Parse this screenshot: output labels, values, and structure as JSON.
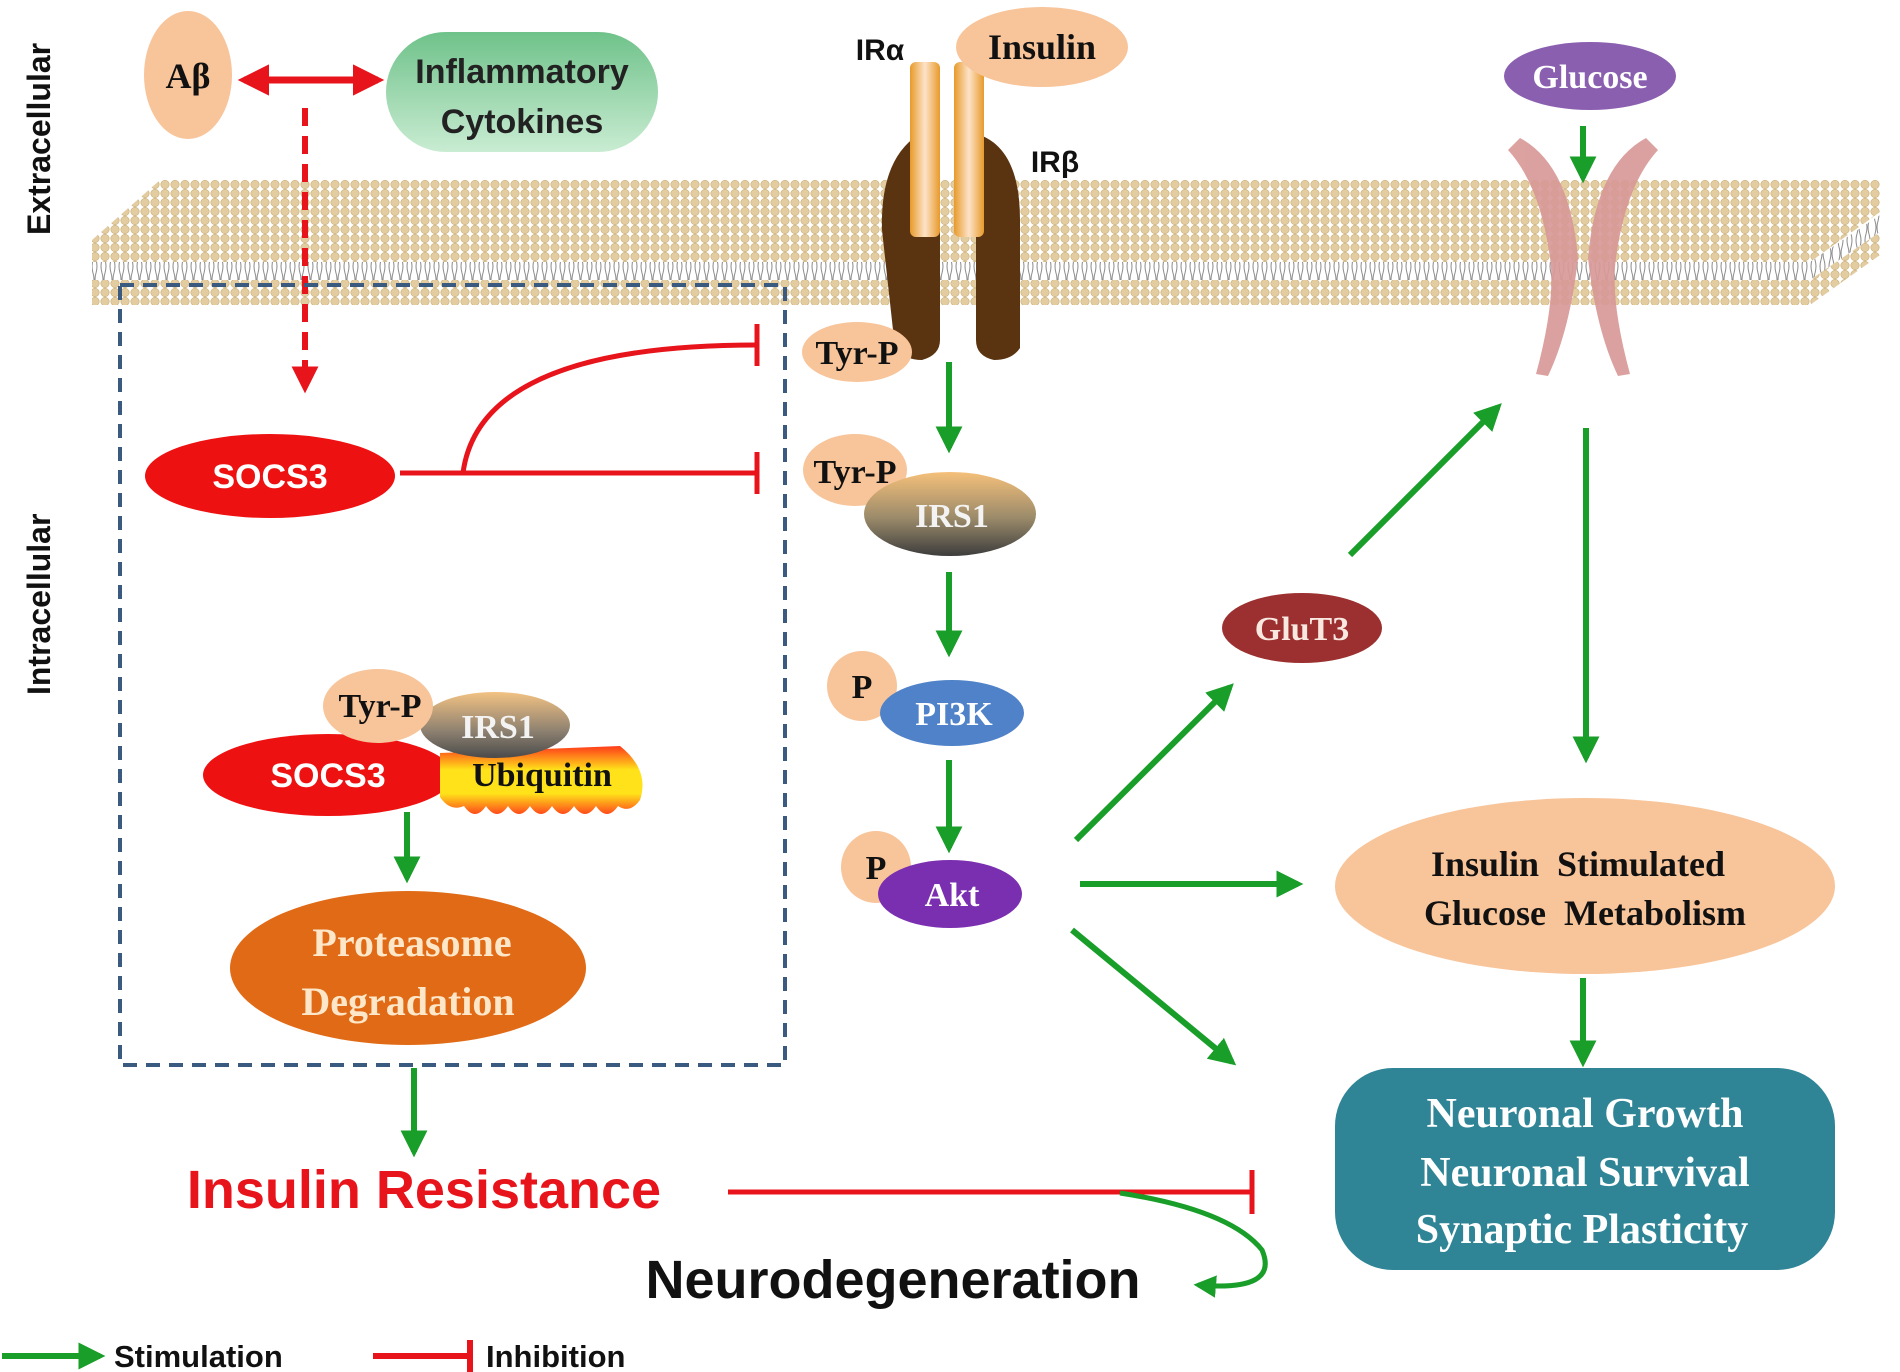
{
  "region_labels": {
    "extracellular": "Extracellular",
    "intracellular": "Intracellular"
  },
  "abeta": "Aβ",
  "cytokines": {
    "line1": "Inflammatory",
    "line2": "Cytokines"
  },
  "receptor": {
    "ir_alpha": "IRα",
    "ir_beta": "IRβ",
    "insulin": "Insulin"
  },
  "glucose": "Glucose",
  "socs3_top": "SOCS3",
  "complex": {
    "tyr_p": "Tyr-P",
    "irs1": "IRS1",
    "socs3": "SOCS3",
    "ubiquitin": "Ubiquitin"
  },
  "proteasome": {
    "line1": "Proteasome",
    "line2": "Degradation"
  },
  "pathway": {
    "tyr_p_receptor": "Tyr-P",
    "tyr_p_irs1": "Tyr-P",
    "irs1": "IRS1",
    "p_pi3k": "P",
    "pi3k": "PI3K",
    "p_akt": "P",
    "akt": "Akt"
  },
  "glut3": "GluT3",
  "metabolism": {
    "line1": "Insulin  Stimulated",
    "line2": "Glucose  Metabolism"
  },
  "outcomes": {
    "line1": "Neuronal Growth",
    "line2": "Neuronal Survival",
    "line3": "Synaptic Plasticity"
  },
  "insulin_resistance": "Insulin Resistance",
  "neurodegeneration": "Neurodegeneration",
  "legend": {
    "stimulation": "Stimulation",
    "inhibition": "Inhibition"
  },
  "colors": {
    "stimulation": "#1a9e2a",
    "inhibition": "#e8141b",
    "peach": "#f8c49a",
    "socs3": "#ee1111",
    "proteasome": "#e06a16",
    "outcomes_box": "#2f8596",
    "glut3": "#9c2f2f",
    "pi3k": "#4f82c8",
    "akt": "#7a2fb0",
    "glucose": "#8a5fb0",
    "dashed_box": "#3b5a80"
  }
}
